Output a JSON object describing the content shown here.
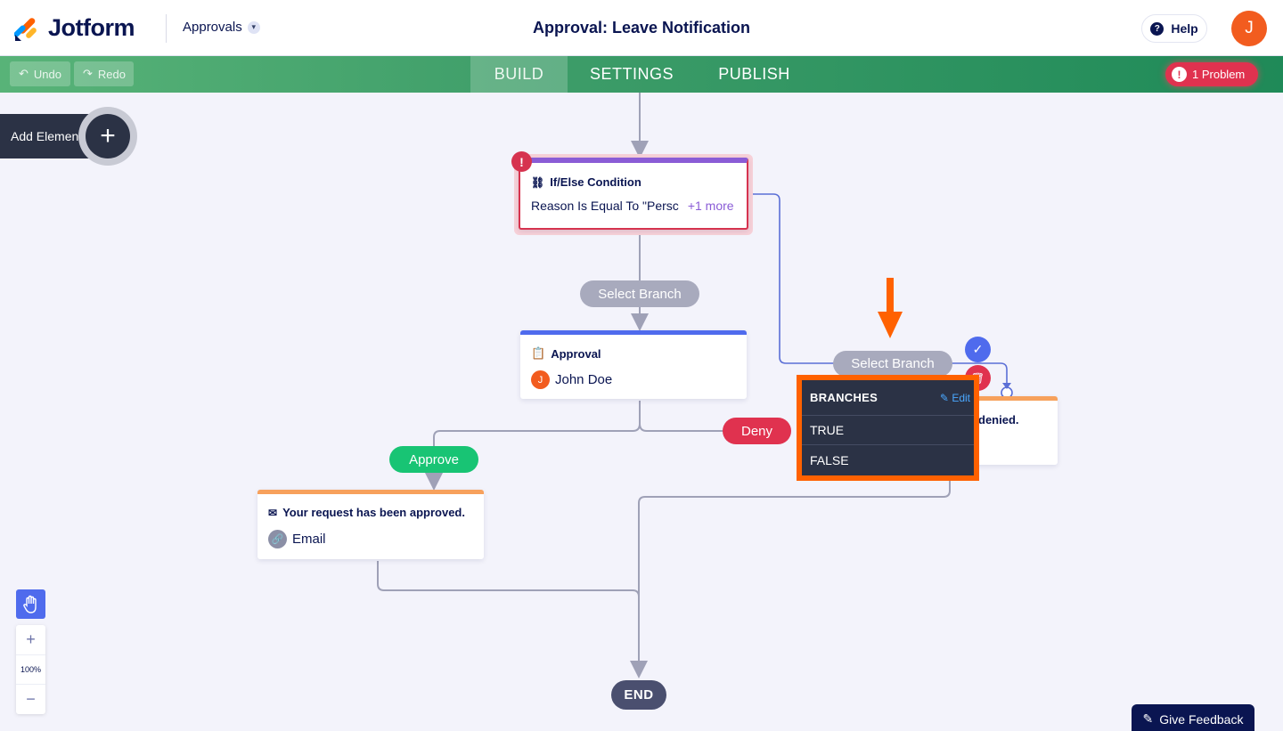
{
  "header": {
    "brand": "Jotform",
    "app_switcher": "Approvals",
    "title": "Approval: Leave Notification",
    "help_label": "Help",
    "avatar_initial": "J"
  },
  "toolbar": {
    "undo_label": "Undo",
    "redo_label": "Redo",
    "tabs": [
      {
        "label": "BUILD",
        "active": true
      },
      {
        "label": "SETTINGS",
        "active": false
      },
      {
        "label": "PUBLISH",
        "active": false
      }
    ],
    "problem_label": "1 Problem",
    "problem_icon": "!"
  },
  "sidebar": {
    "add_element_label": "Add Element",
    "add_icon": "+"
  },
  "flow": {
    "condition": {
      "title": "If/Else Condition",
      "rule": "Reason Is Equal To \"Persc",
      "more": "+1 more",
      "error_icon": "!"
    },
    "select_branch_1": "Select Branch",
    "select_branch_2": "Select Branch",
    "approval": {
      "title": "Approval",
      "assignee": "John Doe",
      "assignee_initial": "J"
    },
    "deny_label": "Deny",
    "approve_label": "Approve",
    "email_approved": {
      "title": "Your request has been approved.",
      "body": "Email"
    },
    "email_denied_partial": "denied.",
    "branches_popup": {
      "title": "BRANCHES",
      "edit_label": "Edit",
      "items": [
        "TRUE",
        "FALSE"
      ]
    },
    "end_label": "END"
  },
  "zoom": {
    "plus": "+",
    "level": "100%",
    "minus": "−"
  },
  "feedback_label": "Give Feedback",
  "colors": {
    "brand_orange": "#ff6100",
    "toolbar_green": "#3c9c68",
    "error_red": "#e0324f",
    "approval_blue": "#4f6bed",
    "condition_purple": "#8a5cd6",
    "email_orange": "#f7a15c",
    "approve_green": "#18c474",
    "deny_red": "#e0324f",
    "navy": "#0a1551"
  }
}
